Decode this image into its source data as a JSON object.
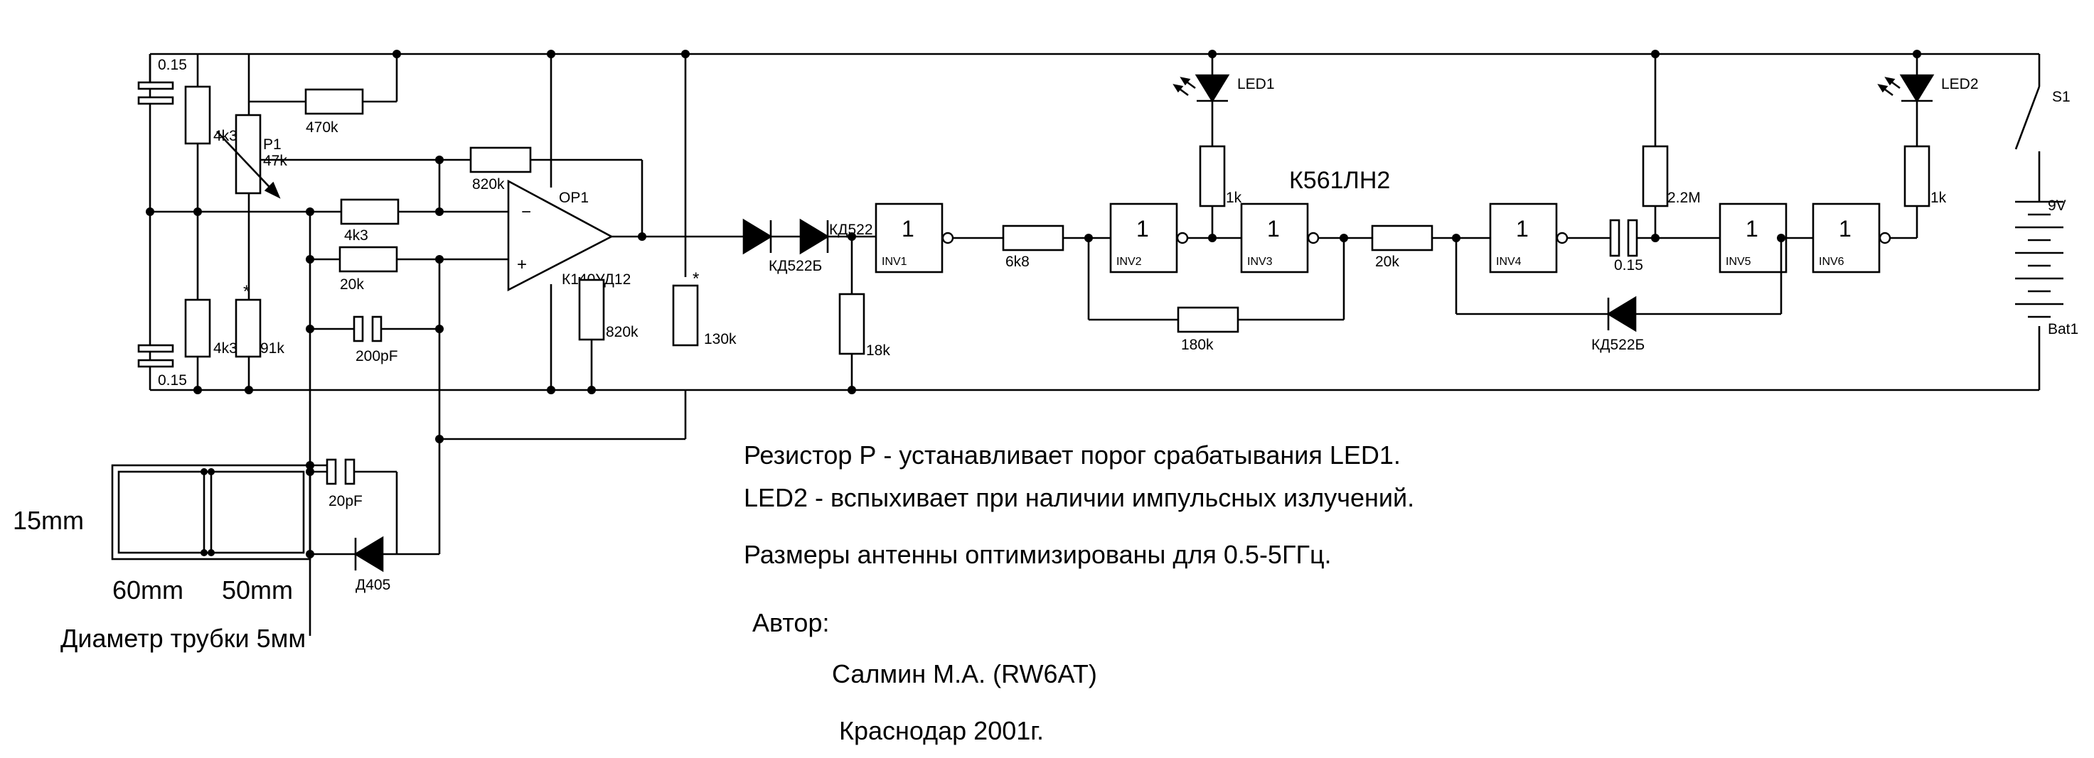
{
  "components": {
    "c_top": "0.15",
    "c_bot": "0.15",
    "r_4k3_top": "4k3",
    "r_4k3_bot": "4k3",
    "pot_name": "P1",
    "pot_value": "47k",
    "r_470k": "470k",
    "r_820k_fb": "820k",
    "r_4k3_in": "4k3",
    "r_20k_in": "20k",
    "c_200pF": "200pF",
    "r_91k": "91k",
    "opamp": "OP1",
    "opamp_type": "К140УД12",
    "r_820k_op": "820k",
    "r_130k": "130k",
    "star1": "*",
    "star2": "*",
    "diode1": "КД522Б",
    "diode2": "КД522",
    "r_18k": "18k",
    "r_6k8": "6k8",
    "r_180k": "180k",
    "r_20k": "20k",
    "r_1k_led1": "1k",
    "r_2_2M": "2.2M",
    "r_1k_led2": "1k",
    "c_015": "0.15",
    "diode3": "КД522Б",
    "led1": "LED1",
    "led2": "LED2",
    "chip": "К561ЛН2",
    "switch": "S1",
    "battery_v": "9V",
    "battery": "Bat1",
    "c_20pF": "20pF",
    "diode_ant": "Д405",
    "minus": "−",
    "plus": "+"
  },
  "gates": [
    {
      "num": "1",
      "name": "INV1"
    },
    {
      "num": "1",
      "name": "INV2"
    },
    {
      "num": "1",
      "name": "INV3"
    },
    {
      "num": "1",
      "name": "INV4"
    },
    {
      "num": "1",
      "name": "INV5"
    },
    {
      "num": "1",
      "name": "INV6"
    }
  ],
  "antenna": {
    "height": "15mm",
    "len1": "60mm",
    "len2": "50mm",
    "tube": "Диаметр трубки 5мм"
  },
  "notes": [
    "Резистор Р - устанавливает порог срабатывания  LED1.",
    "LED2 - вспыхивает при наличии импульсных излучений.",
    "Размеры антенны оптимизированы для 0.5-5ГГц."
  ],
  "author": {
    "label": "Автор:",
    "name": "Салмин М.А.  (RW6AT)",
    "place": "Краснодар 2001г."
  }
}
